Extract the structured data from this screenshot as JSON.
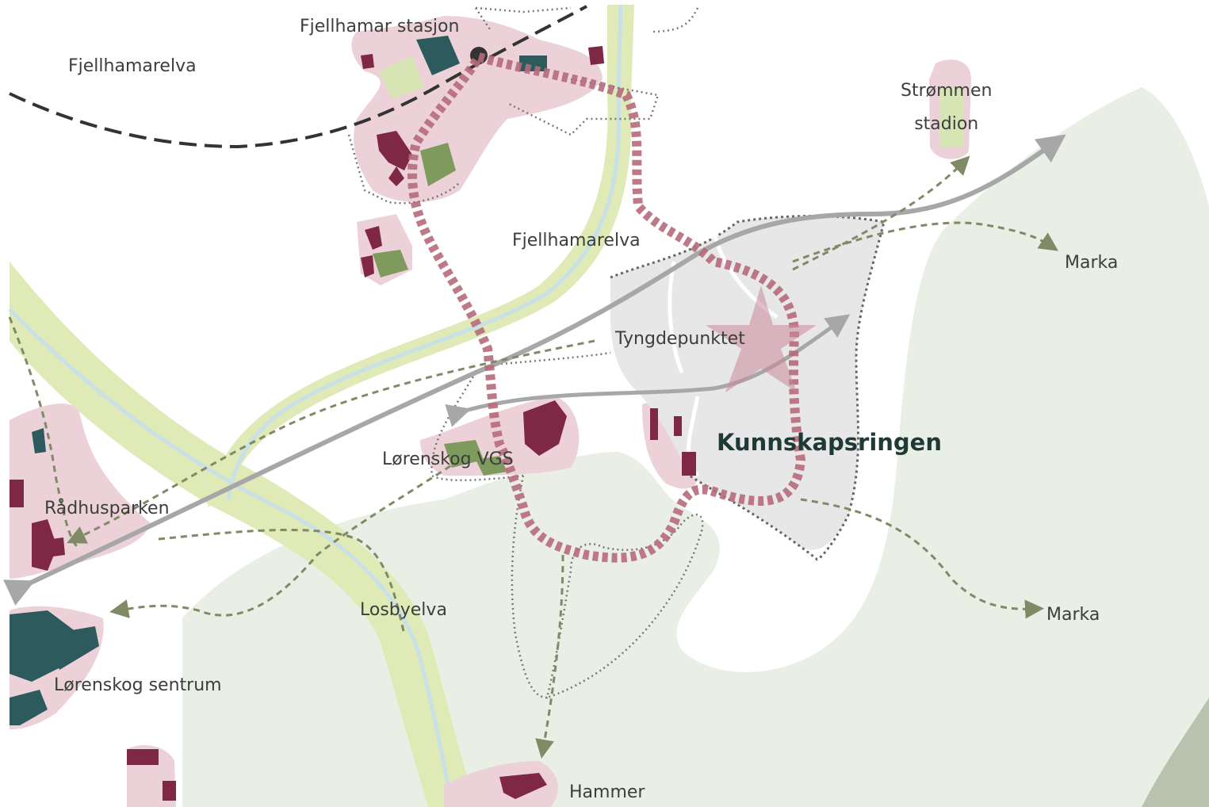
{
  "map": {
    "labels": {
      "fjellhamar_stasjon": "Fjellhamar stasjon",
      "fjellhamarelva_top": "Fjellhamarelva",
      "fjellhamarelva_mid": "Fjellhamarelva",
      "strommen_stadion": "Strømmen\nstadion",
      "marka_upper": "Marka",
      "marka_lower": "Marka",
      "tyngdepunktet": "Tyngdepunktet",
      "kunnskapsringen": "Kunnskapsringen",
      "lorenskog_vgs": "Lørenskog VGS",
      "radhusparken": "Rådhusparken",
      "losbyelva": "Losbyelva",
      "lorenskog_sentrum": "Lørenskog sentrum",
      "hammer": "Hammer"
    },
    "colors": {
      "forest": "#e9efe4",
      "river_band": "#dfeab7",
      "river_line": "#c9e0e6",
      "settlement": "#ecd2d8",
      "knowledge_zone": "#e7e7e7",
      "building": "#7e2845",
      "building_teal": "#2d5a5c",
      "park": "#7f9a5d",
      "ring": "#b76a7c",
      "arrow_grey": "#a7a7a7",
      "dashed_green": "#808a66",
      "railway": "#333333"
    }
  }
}
